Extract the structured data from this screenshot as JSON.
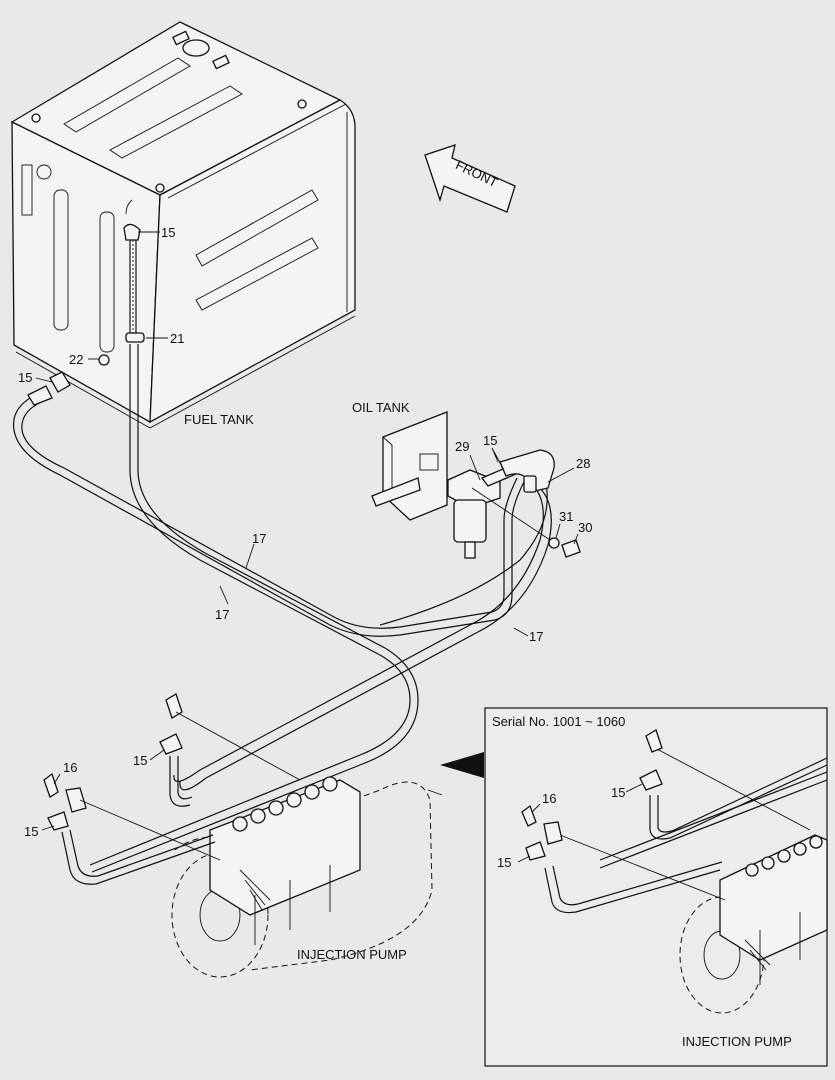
{
  "labels": {
    "fuel_tank": "FUEL TANK",
    "oil_tank": "OIL TANK",
    "front": "FRONT",
    "injection_pump": "INJECTION PUMP",
    "inset_injection_pump": "INJECTION PUMP",
    "inset_serial": "Serial No. 1001 ~ 1060"
  },
  "callouts": {
    "c15_tank": "15",
    "c21": "21",
    "c22": "22",
    "c15_left": "15",
    "c29": "29",
    "c15_filter": "15",
    "c28": "28",
    "c31": "31",
    "c30": "30",
    "c17_a": "17",
    "c17_b": "17",
    "c17_c": "17",
    "c15_pump_top": "15",
    "c16": "16",
    "c15_pump_left": "15",
    "c16_inset": "16",
    "c15_inset_left": "15",
    "c15_inset_right": "15"
  }
}
